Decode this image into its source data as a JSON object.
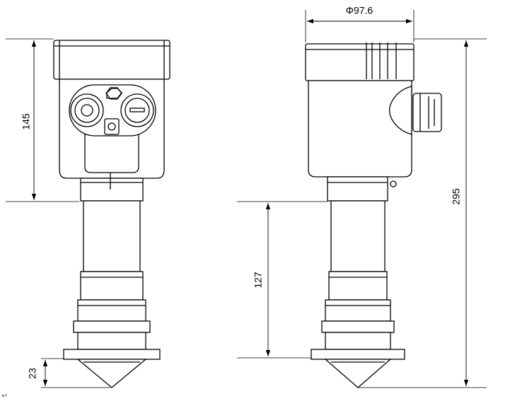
{
  "dimensions": {
    "housing_height": "145",
    "total_height": "295",
    "housing_diameter": "Φ97.6",
    "stem_length": "127",
    "cone_height": "23"
  },
  "footer_mark": "↵"
}
